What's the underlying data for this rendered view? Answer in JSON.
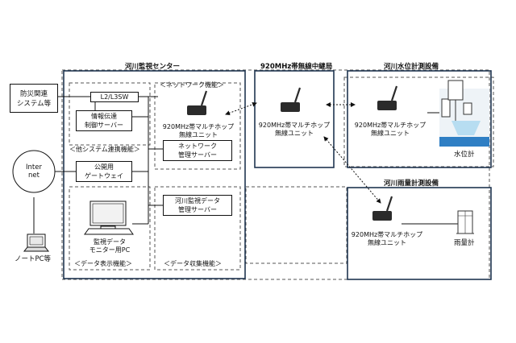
{
  "titles": {
    "center": "河川監視センター",
    "relay": "920MHz帯無線中継局",
    "water": "河川水位計測設備",
    "rain": "河川雨量計測設備"
  },
  "sections": {
    "network": "＜ネットワーク機能＞",
    "other_systems": "＜他システム連携機能＞",
    "data_display": "＜データ表示機能＞",
    "data_collect": "＜データ収集機能＞"
  },
  "external": {
    "disaster_system": [
      "防災関連",
      "システム等"
    ],
    "internet": [
      "Inter",
      "net"
    ],
    "notebook": "ノートPC等"
  },
  "devices": {
    "l2l3": "L2/L3SW",
    "info_server": [
      "情報伝達",
      "制御サーバー"
    ],
    "gateway": [
      "公開用",
      "ゲートウェイ"
    ],
    "monitor_pc": [
      "監視データ",
      "モニター用PC"
    ],
    "net_mgmt": [
      "ネットワーク",
      "管理サーバー"
    ],
    "data_server": [
      "河川監視データ",
      "管理サーバー"
    ],
    "wireless_unit": [
      "920MHz帯マルチホップ",
      "無線ユニット"
    ],
    "water_gauge": "水位計",
    "rain_gauge": "雨量計"
  }
}
